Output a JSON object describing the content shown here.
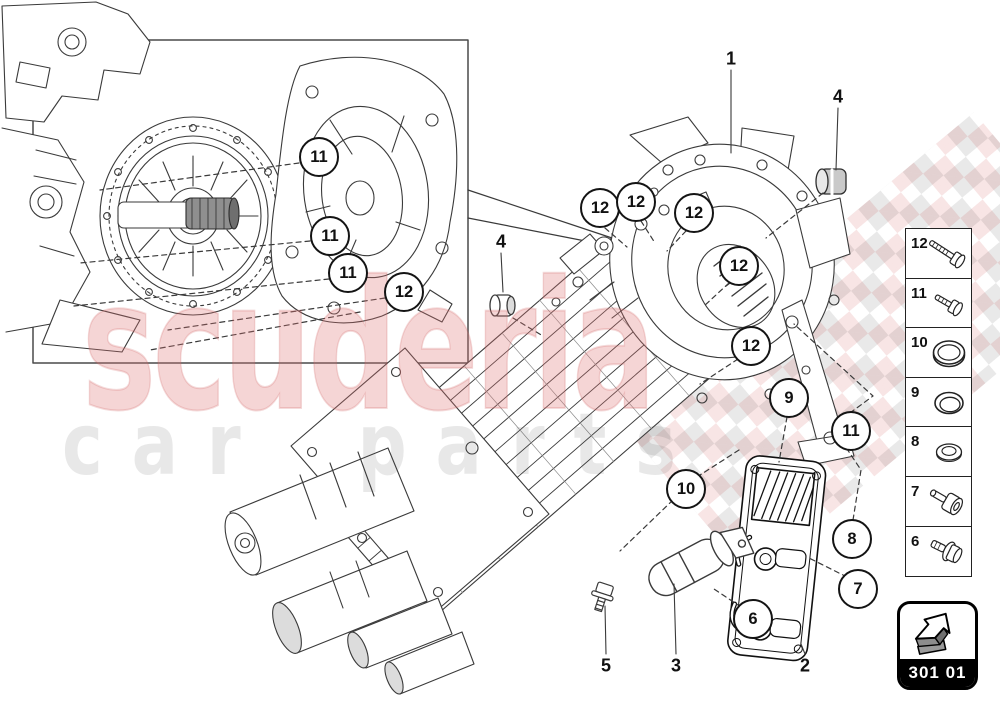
{
  "watermark": {
    "brand": "scuderia",
    "tagline": "car parts",
    "brand_color": "#f3cdcd",
    "tagline_color": "#e9e9e9"
  },
  "colors": {
    "line": "#3a3a3a",
    "heavy_line": "#111111",
    "checker_gray": "#ececec",
    "checker_pink": "#f6dede",
    "shaft_gray": "#8f8f8f"
  },
  "inset_callouts": [
    "11",
    "11",
    "11",
    "12"
  ],
  "main_callouts": [
    "12",
    "12",
    "12",
    "12",
    "12",
    "9",
    "11",
    "10",
    "8",
    "7",
    "6"
  ],
  "part_labels": [
    "1",
    "4",
    "4",
    "5",
    "3",
    "2"
  ],
  "legend": {
    "rows": [
      {
        "number": "12",
        "icon": "hex-flange-bolt-long-icon"
      },
      {
        "number": "11",
        "icon": "hex-flange-bolt-short-icon"
      },
      {
        "number": "10",
        "icon": "seal-ring-large-icon"
      },
      {
        "number": "9",
        "icon": "seal-ring-icon"
      },
      {
        "number": "8",
        "icon": "washer-icon"
      },
      {
        "number": "7",
        "icon": "socket-head-bolt-icon"
      },
      {
        "number": "6",
        "icon": "flange-plug-bolt-icon"
      }
    ]
  },
  "footer": {
    "diagram_code": "301 01"
  }
}
